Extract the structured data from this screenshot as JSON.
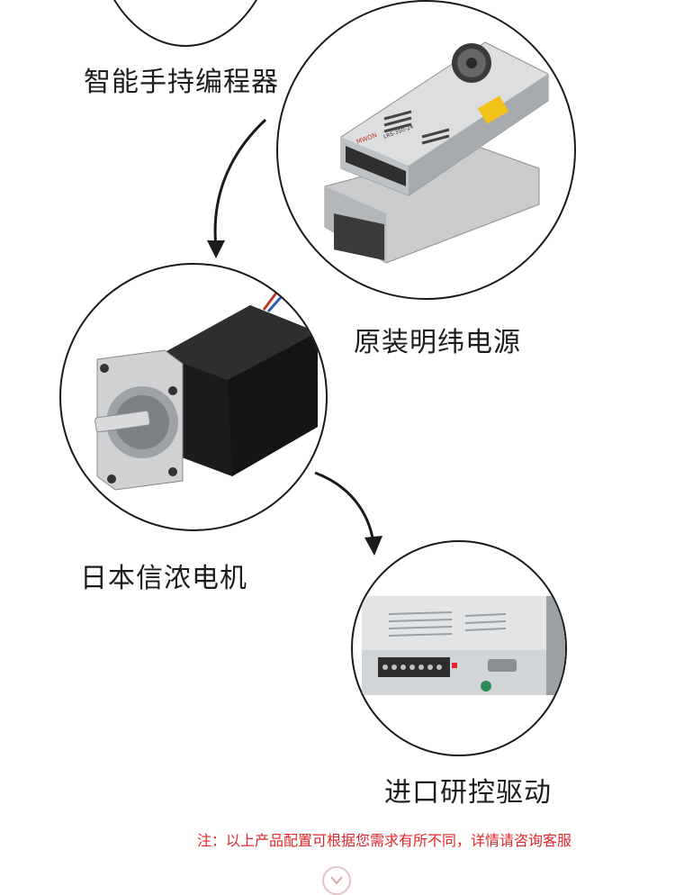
{
  "items": {
    "programmer": {
      "label": "智能手持编程器"
    },
    "power_supply": {
      "label": "原装明纬电源",
      "brand_text": "MWON",
      "model_text": "LRS-350-24"
    },
    "motor": {
      "label": "日本信浓电机"
    },
    "driver": {
      "label": "进口研控驱动"
    }
  },
  "note": "注：以上产品配置可根据您需求有所不同，详情请咨询客服",
  "colors": {
    "accent_red": "#e3262b",
    "outline": "#1a1a1a"
  },
  "icons": {
    "scroll_hint": "chevron-down-icon"
  }
}
